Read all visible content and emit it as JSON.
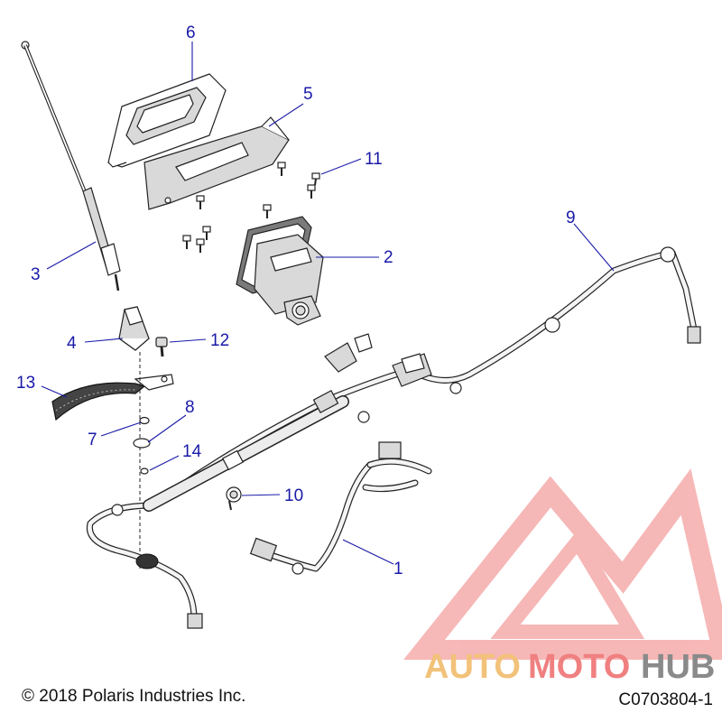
{
  "diagram": {
    "callouts": [
      {
        "id": "c1",
        "label": "1"
      },
      {
        "id": "c2",
        "label": "2"
      },
      {
        "id": "c3",
        "label": "3"
      },
      {
        "id": "c4",
        "label": "4"
      },
      {
        "id": "c5",
        "label": "5"
      },
      {
        "id": "c6",
        "label": "6"
      },
      {
        "id": "c7",
        "label": "7"
      },
      {
        "id": "c8",
        "label": "8"
      },
      {
        "id": "c9",
        "label": "9"
      },
      {
        "id": "c10",
        "label": "10"
      },
      {
        "id": "c11",
        "label": "11"
      },
      {
        "id": "c12",
        "label": "12"
      },
      {
        "id": "c13",
        "label": "13"
      },
      {
        "id": "c14",
        "label": "14"
      }
    ]
  },
  "footer": {
    "copyright": "© 2018 Polaris Industries Inc.",
    "figure_code": "C0703804-1"
  },
  "watermark": {
    "word_part1": "AUTO",
    "word_part2": "MOTO",
    "word_part3": "HUB",
    "colors": {
      "auto": "#f2c27a",
      "moto": "#f08080",
      "hub": "#8a8a8a",
      "logo": "#f4a0a0"
    }
  },
  "callout_color": "#1a1aa8"
}
